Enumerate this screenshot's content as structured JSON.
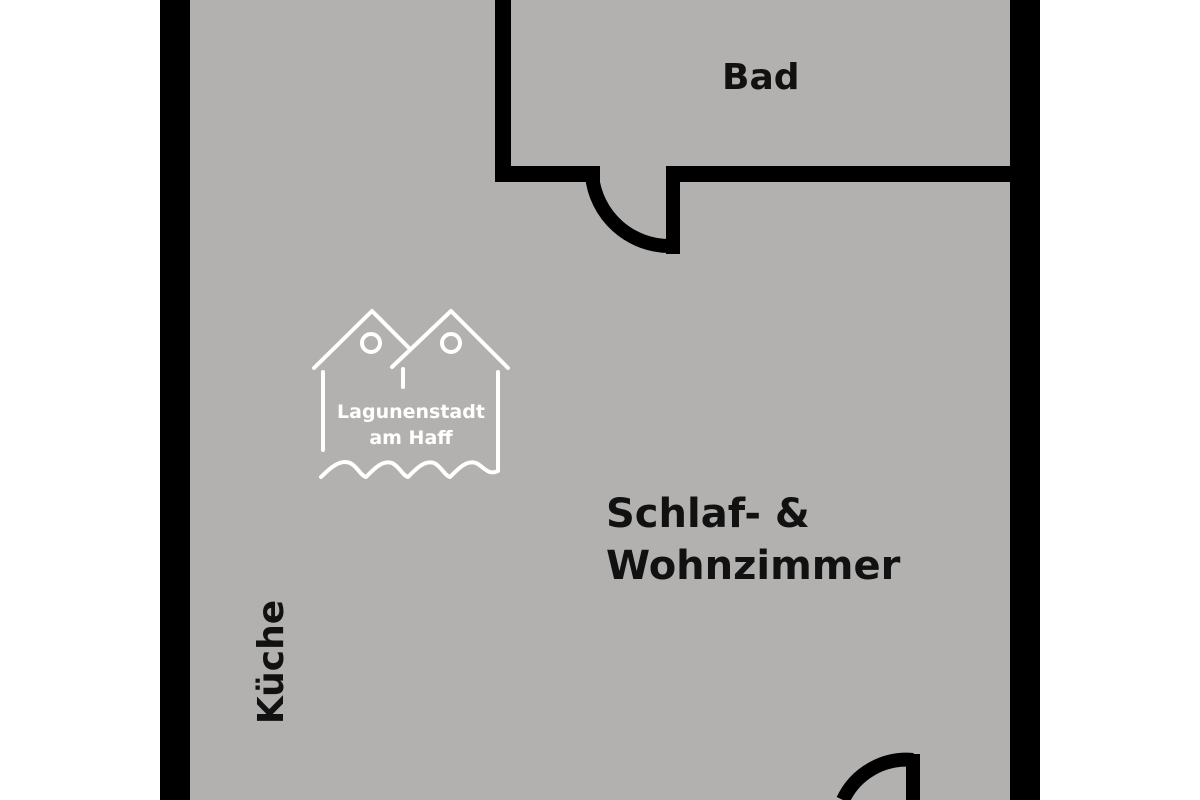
{
  "rooms": {
    "bathroom": "Bad",
    "living_line1": "Schlaf- &",
    "living_line2": "Wohnzimmer",
    "kitchen": "Küche"
  },
  "logo": {
    "line1": "Lagunenstadt",
    "line2": "am Haff",
    "icon": "twin-houses-on-water-icon"
  },
  "colors": {
    "floor": "#b2b1af",
    "walls": "#000000",
    "background": "#ffffff",
    "logo": "#ffffff"
  }
}
